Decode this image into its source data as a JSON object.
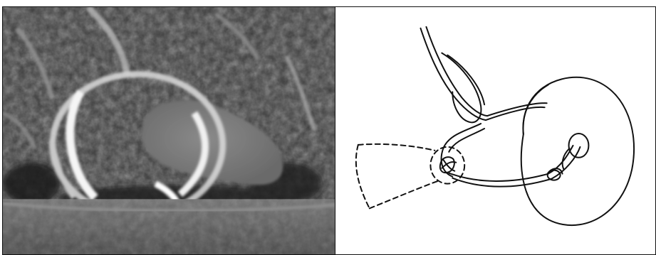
{
  "figure": {
    "panels": [
      {
        "kind": "photo",
        "subject": "grayscale-scan",
        "accent_colors": {
          "dark": "#2f2f2f",
          "mid": "#6a6a6a",
          "light": "#f2f2f2"
        }
      },
      {
        "kind": "line-drawing",
        "subject": "disc-with-looped-cord",
        "accent_colors": {
          "stroke": "#111111",
          "background": "#ffffff"
        }
      }
    ]
  }
}
